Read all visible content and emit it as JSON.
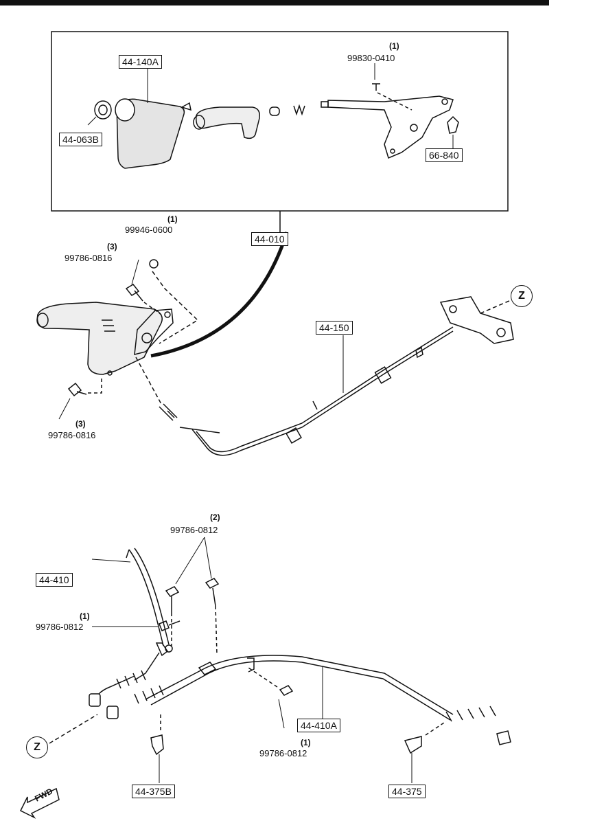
{
  "parts": {
    "p44_140A": "44-140A",
    "p44_063B": "44-063B",
    "p66_840": "66-840",
    "p44_010": "44-010",
    "p44_150": "44-150",
    "p44_410": "44-410",
    "p44_410A": "44-410A",
    "p44_375B": "44-375B",
    "p44_375": "44-375"
  },
  "bolts": {
    "b99830_0410": {
      "code": "99830-0410",
      "qty": "(1)"
    },
    "b99946_0600": {
      "code": "99946-0600",
      "qty": "(1)"
    },
    "b99786_0816_top": {
      "code": "99786-0816",
      "qty": "(3)"
    },
    "b99786_0816_bottom": {
      "code": "99786-0816",
      "qty": "(3)"
    },
    "b99786_0812_pair": {
      "code": "99786-0812",
      "qty": "(2)"
    },
    "b99786_0812_left": {
      "code": "99786-0812",
      "qty": "(1)"
    },
    "b99786_0812_mid": {
      "code": "99786-0812",
      "qty": "(1)"
    }
  },
  "callouts": {
    "z_top": "Z",
    "z_bottom": "Z"
  },
  "direction": {
    "fwd": "FWD"
  },
  "colors": {
    "ink": "#111111",
    "paper": "#ffffff"
  }
}
